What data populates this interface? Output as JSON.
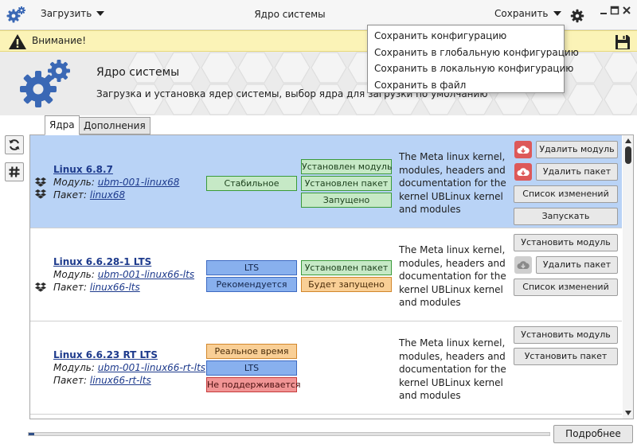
{
  "titlebar": {
    "load_menu": "Загрузить",
    "window_title": "Ядро системы",
    "save_menu": "Сохранить"
  },
  "save_dropdown": {
    "items": [
      "Сохранить конфигурацию",
      "Сохранить в глобальную конфигурацию",
      "Сохранить в локальную конфигурацию",
      "Сохранить в файл"
    ]
  },
  "warning": {
    "text": "Внимание!"
  },
  "header": {
    "title": "Ядро системы",
    "subtitle": "Загрузка и установка ядер системы, выбор ядра для загрузки по умолчанию"
  },
  "tabs": [
    "Ядра",
    "Дополнения"
  ],
  "labels": {
    "module": "Модуль:",
    "package": "Пакет:"
  },
  "kernels": [
    {
      "name": "Linux 6.8.7",
      "module": "ubm-001-linux68",
      "package": "linux68",
      "selected": true,
      "type_badges": [
        {
          "text": "Стабильное",
          "color": "green"
        }
      ],
      "status_badges": [
        {
          "text": "Установлен модуль",
          "color": "green"
        },
        {
          "text": "Установлен пакет",
          "color": "green"
        },
        {
          "text": "Запущено",
          "color": "green"
        }
      ],
      "description": "The Meta linux kernel, modules, headers and documentation for the kernel UBLinux kernel and modules",
      "actions": [
        "Удалить модуль",
        "Удалить пакет",
        "Список изменений",
        "Запускать"
      ]
    },
    {
      "name": "Linux 6.6.28-1 LTS",
      "module": "ubm-001-linux66-lts",
      "package": "linux66-lts",
      "selected": false,
      "type_badges": [
        {
          "text": "LTS",
          "color": "blue"
        },
        {
          "text": "Рекомендуется",
          "color": "blue"
        }
      ],
      "status_badges": [
        {
          "text": "Установлен пакет",
          "color": "green"
        },
        {
          "text": "Будет запущено",
          "color": "orange"
        }
      ],
      "description": "The Meta linux kernel, modules, headers and documentation for the kernel UBLinux kernel and modules",
      "actions": [
        "Установить модуль",
        "Удалить пакет",
        "Список изменений"
      ]
    },
    {
      "name": "Linux 6.6.23 RT LTS",
      "module": "ubm-001-linux66-rt-lts",
      "package": "linux66-rt-lts",
      "selected": false,
      "type_badges": [
        {
          "text": "Реальное время",
          "color": "orange"
        },
        {
          "text": "LTS",
          "color": "blue"
        },
        {
          "text": "Не поддерживается",
          "color": "red"
        }
      ],
      "status_badges": [],
      "description": "The Meta linux kernel, modules, headers and documentation for the kernel UBLinux kernel and modules",
      "actions": [
        "Установить модуль",
        "Установить пакет"
      ]
    }
  ],
  "progress": {
    "value": 0.01
  },
  "footer": {
    "details_button": "Подробнее"
  },
  "colors": {
    "selected_row": "#b9d3f6",
    "warning_bar": "#fbf3b7",
    "accent_link": "#1d3a8c",
    "icon_blue": "#3a68b5"
  },
  "icons": {
    "app": "gears-icon",
    "settings": "gear-icon",
    "warning": "warning-triangle-icon",
    "save": "floppy-disk-icon",
    "refresh": "refresh-icon",
    "hash": "hash-icon",
    "dropbox": "dropbox-icon",
    "cloud_download": "cloud-download-icon"
  }
}
